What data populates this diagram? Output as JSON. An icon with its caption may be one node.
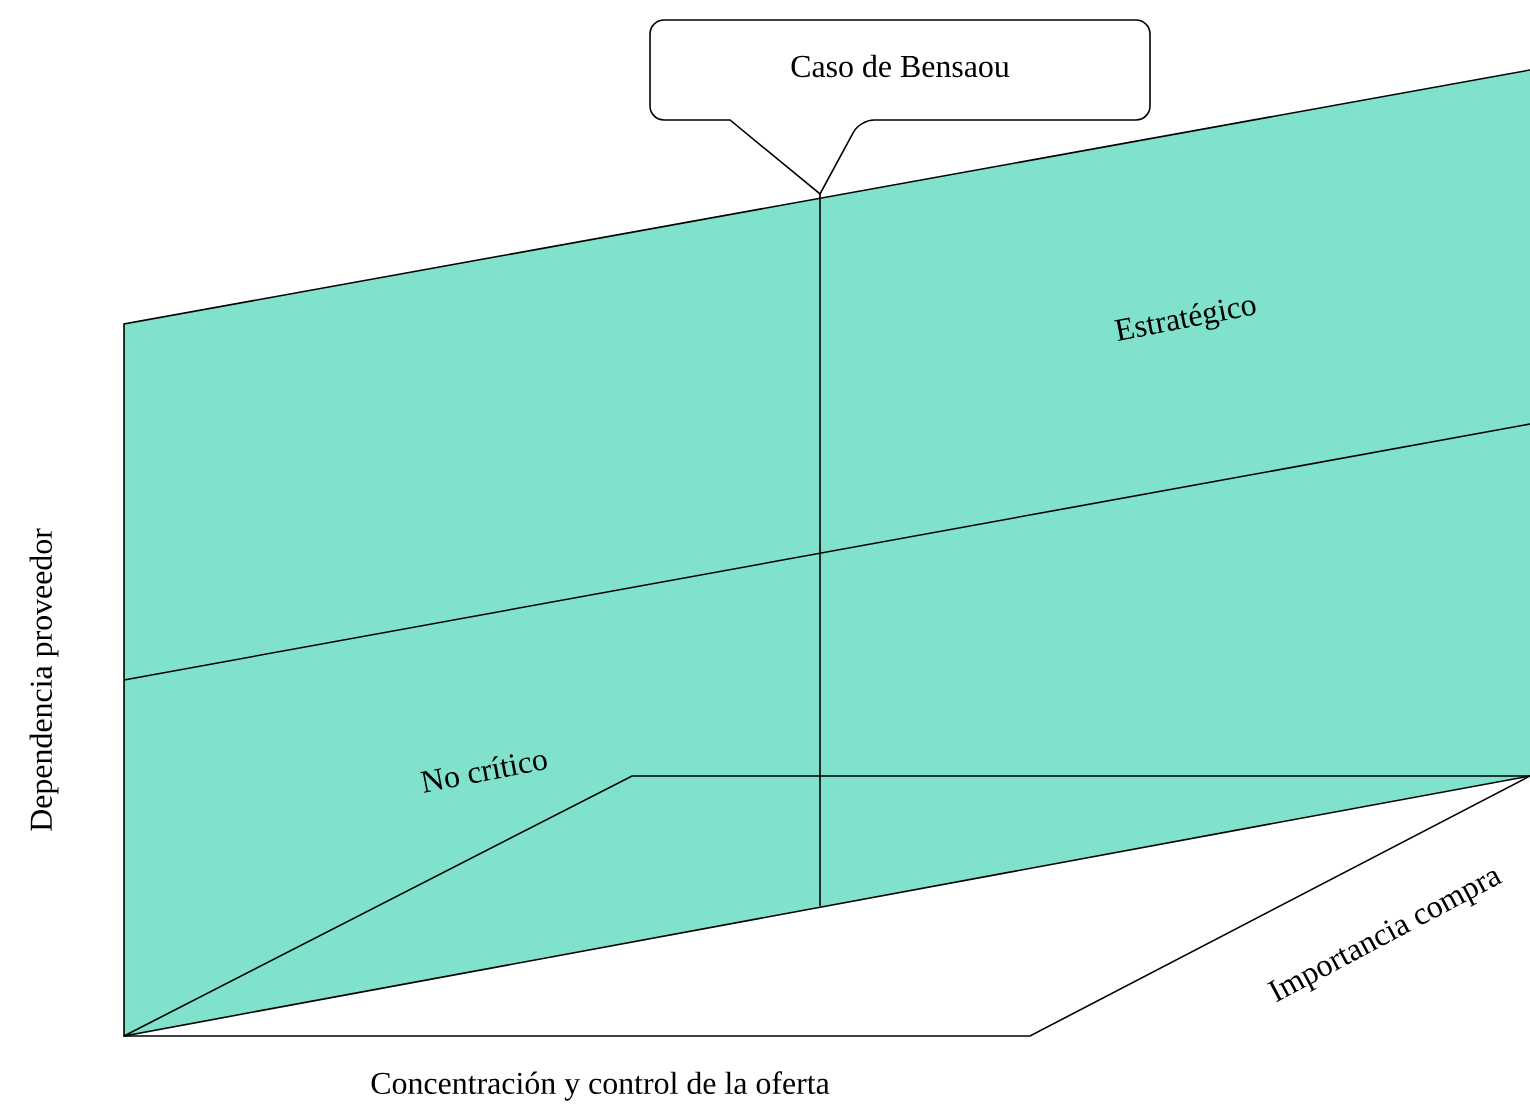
{
  "diagram": {
    "nodes": [
      {
        "text": [
          "Caso de Bensaou"
        ]
      }
    ],
    "labels": [
      "Estratégico",
      "No crítico",
      "Dependencia proveedor",
      "Concentración y control de la oferta",
      "Importancia compra"
    ]
  }
}
